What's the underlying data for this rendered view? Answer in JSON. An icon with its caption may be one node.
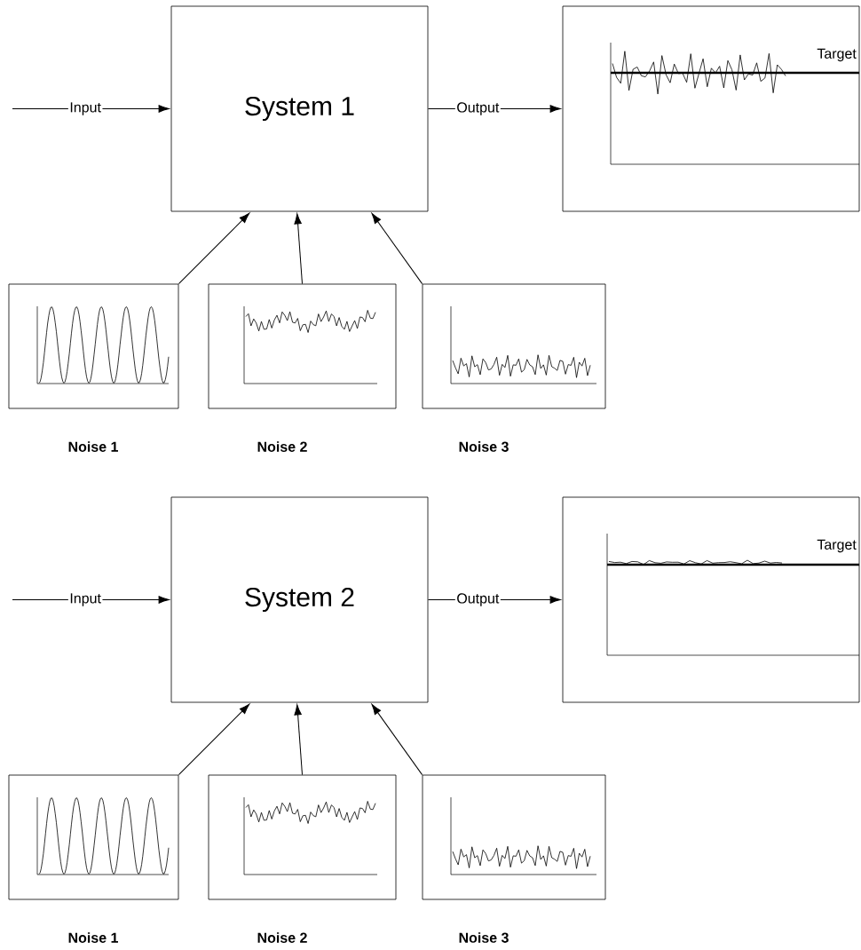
{
  "diagram": {
    "nodes": [
      {
        "text": [
          "System 1"
        ]
      },
      {
        "text": [
          "Target"
        ]
      },
      {
        "text": [
          "Noise 1"
        ]
      },
      {
        "text": [
          "Noise 2"
        ]
      },
      {
        "text": [
          "Noise 3"
        ]
      },
      {
        "text": [
          "System 2"
        ]
      },
      {
        "text": [
          "Target"
        ]
      },
      {
        "text": [
          "Noise 1"
        ]
      },
      {
        "text": [
          "Noise 2"
        ]
      },
      {
        "text": [
          "Noise 3"
        ]
      }
    ],
    "edges": [
      {
        "from": null,
        "to": 0,
        "arrow": "to",
        "label": "Input"
      },
      {
        "from": 0,
        "to": 1,
        "arrow": "to",
        "label": "Output"
      },
      {
        "from": 2,
        "to": 0,
        "arrow": "to"
      },
      {
        "from": 3,
        "to": 0,
        "arrow": "to"
      },
      {
        "from": 4,
        "to": 0,
        "arrow": "to"
      },
      {
        "from": null,
        "to": 5,
        "arrow": "to",
        "label": "Input"
      },
      {
        "from": 5,
        "to": 6,
        "arrow": "to",
        "label": "Output"
      },
      {
        "from": 7,
        "to": 5,
        "arrow": "to"
      },
      {
        "from": 8,
        "to": 5,
        "arrow": "to"
      },
      {
        "from": 9,
        "to": 5,
        "arrow": "to"
      }
    ]
  }
}
